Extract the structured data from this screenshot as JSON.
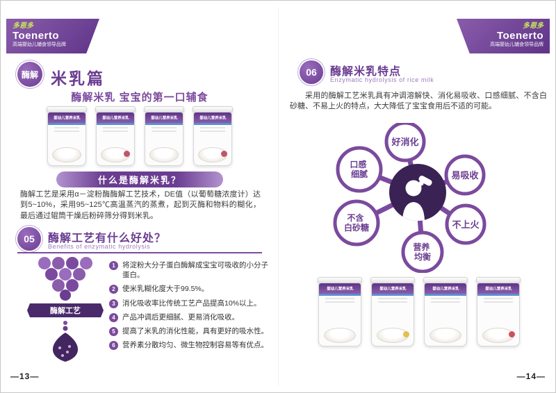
{
  "brand": {
    "logo_cn": "多恩多",
    "logo_en": "Toenerto",
    "tagline": "高端婴幼儿辅食领导品牌"
  },
  "page_left": {
    "badge": "酶解",
    "badge_title": "米乳篇",
    "headline": "酶解米乳 宝宝的第一口辅食",
    "what_band": "什么是酶解米乳？",
    "what_text": "酶解工艺是采用α－淀粉酶酶解工艺技术，DE值（以葡萄糖浓度计）达到5~10%，采用95~125℃高温蒸汽的蒸煮，起到灭酶和物料的糊化，最后通过辊筒干燥后粉碎筛分得到米乳。",
    "sec": {
      "num": "05",
      "title": "酶解工艺有什么好处？",
      "subtitle": "Benefits of enzymatic hydrolysis"
    },
    "graphic_label": "酶解工艺",
    "benefits": [
      {
        "n": "1",
        "text": "将淀粉大分子蛋白酶解成宝宝可吸收的小分子蛋白。"
      },
      {
        "n": "2",
        "text": "使米乳糊化度大于99.5%。"
      },
      {
        "n": "3",
        "text": "消化吸收率比传统工艺产品提高10%以上。"
      },
      {
        "n": "4",
        "text": "产品冲调后更细腻、更易消化吸收。"
      },
      {
        "n": "5",
        "text": "提高了米乳的消化性能，具有更好的吸水性。"
      },
      {
        "n": "6",
        "text": "营养素分散均匀、微生物控制容易等有优点。"
      }
    ],
    "page_no": "—13—"
  },
  "page_right": {
    "sec": {
      "num": "06",
      "title": "酶解米乳特点",
      "subtitle": "Enzymatic hydrolysis of rice milk"
    },
    "paragraph": "采用的酶解工艺米乳具有冲调溶解快、消化易吸收、口感细腻、不含白砂糖、不易上火的特点，大大降低了宝宝食用后不适的可能。",
    "features": [
      {
        "lines": [
          "好消化"
        ]
      },
      {
        "lines": [
          "口感",
          "细腻"
        ]
      },
      {
        "lines": [
          "易吸收"
        ]
      },
      {
        "lines": [
          "不含",
          "白砂糖"
        ]
      },
      {
        "lines": [
          "不上火"
        ]
      },
      {
        "lines": [
          "营养",
          "均衡"
        ]
      }
    ],
    "page_no": "—14—"
  },
  "product": {
    "label": "婴幼儿营养米乳",
    "accents_left": [
      "",
      "background:#c2556a",
      "",
      "background:#c2556a"
    ],
    "accents_right": [
      "",
      "background:#e3c04f",
      "",
      "background:#cf4f5a"
    ]
  },
  "colors": {
    "purple": "#7b4a9e",
    "purple_dark": "#3a2254",
    "green_accent": "#c9e15c"
  }
}
